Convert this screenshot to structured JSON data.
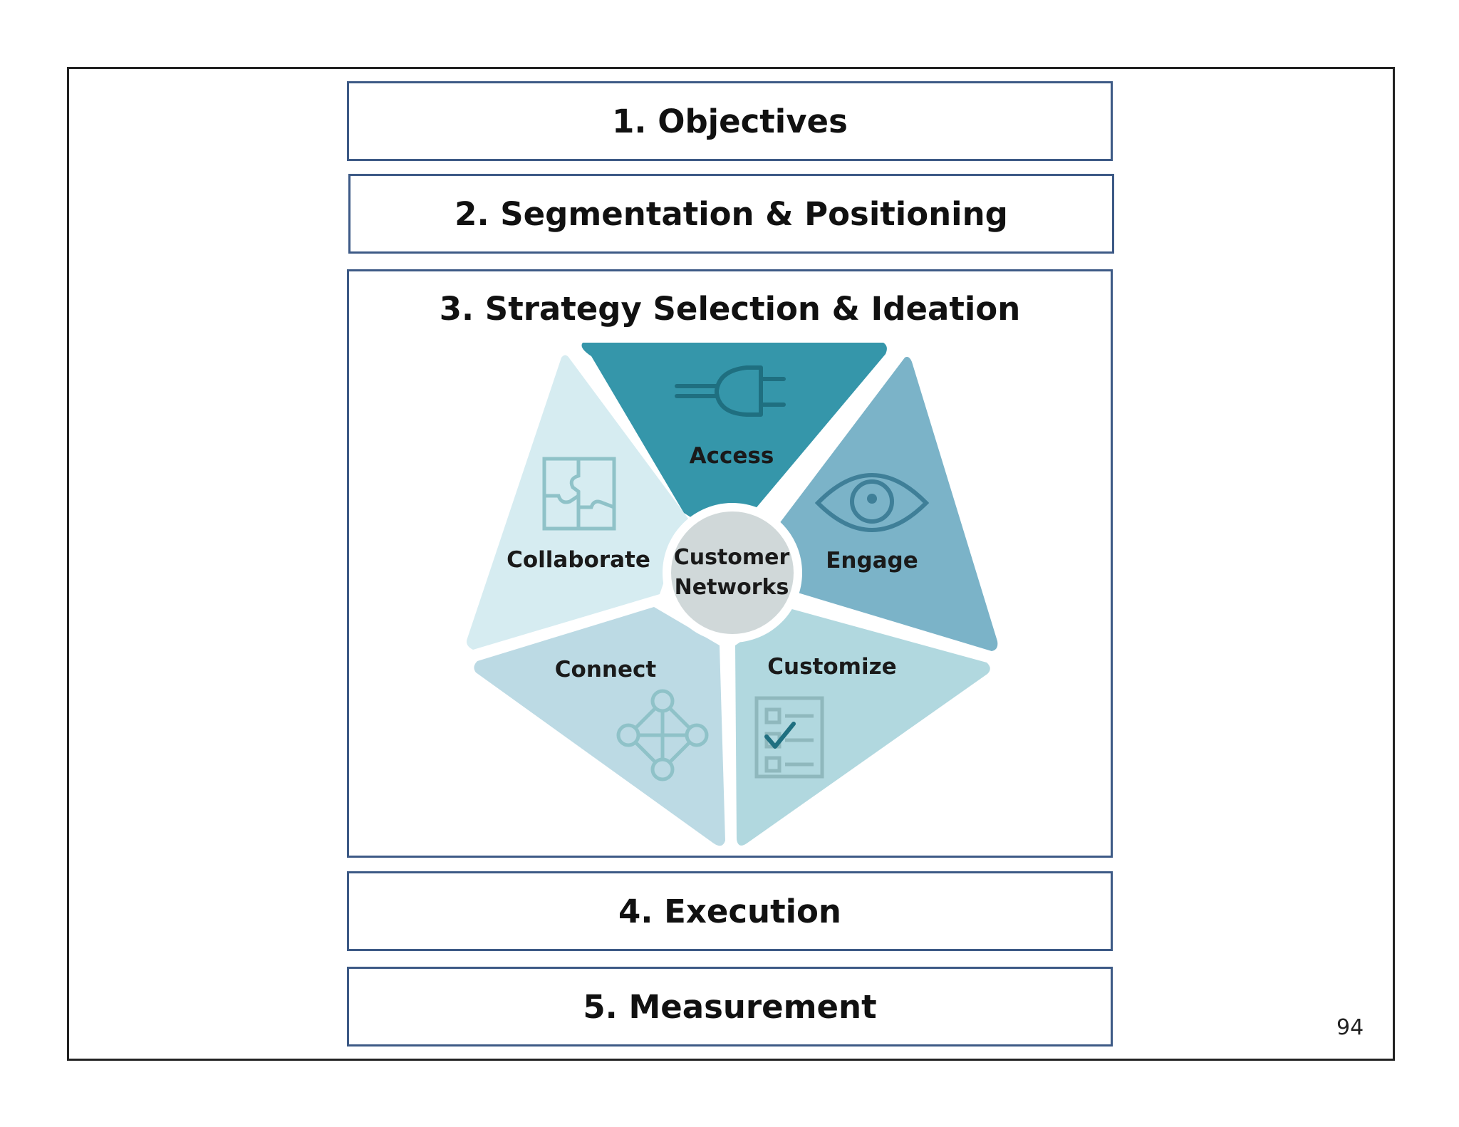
{
  "steps": [
    {
      "id": "objectives",
      "label": "1. Objectives"
    },
    {
      "id": "segmentation",
      "label": "2. Segmentation & Positioning"
    },
    {
      "id": "strategy",
      "label": "3. Strategy Selection & Ideation"
    },
    {
      "id": "execution",
      "label": "4. Execution"
    },
    {
      "id": "measurement",
      "label": "5. Measurement"
    }
  ],
  "wheel": {
    "center_line1": "Customer",
    "center_line2": "Networks",
    "segments": {
      "access": {
        "label": "Access",
        "icon": "plug-icon",
        "color": "#3596aa"
      },
      "engage": {
        "label": "Engage",
        "icon": "eye-icon",
        "color": "#7bb3c8"
      },
      "customize": {
        "label": "Customize",
        "icon": "checklist-icon",
        "color": "#b1d8df"
      },
      "connect": {
        "label": "Connect",
        "icon": "network-icon",
        "color": "#bcdae4"
      },
      "collaborate": {
        "label": "Collaborate",
        "icon": "puzzle-icon",
        "color": "#d6ecf1"
      }
    },
    "center_color": "#d0d8d9"
  },
  "page_number": "94",
  "colors": {
    "box_border": "#3d5a86",
    "slide_border": "#222222"
  }
}
